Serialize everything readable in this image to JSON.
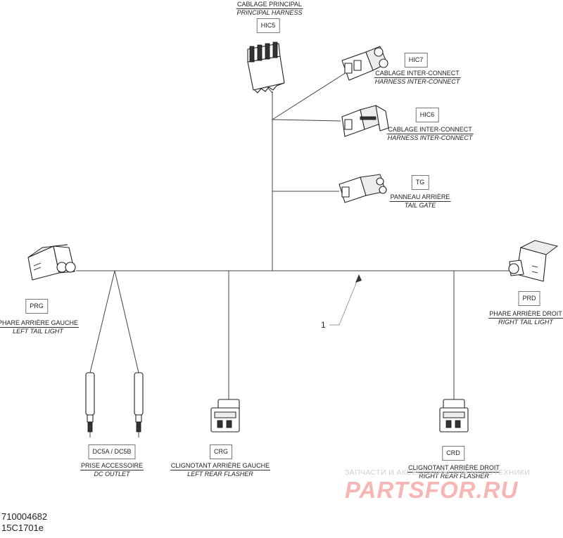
{
  "connectors": {
    "hic5": {
      "code": "HIC5",
      "fr": "CABLAGE PRINCIPAL",
      "en": "PRINCIPAL HARNESS"
    },
    "hic7": {
      "code": "HIC7",
      "fr": "CABLAGE INTER-CONNECT",
      "en": "HARNESS INTER-CONNECT"
    },
    "hic6": {
      "code": "HIC6",
      "fr": "CABLAGE INTER-CONNECT",
      "en": "HARNESS INTER-CONNECT"
    },
    "tg": {
      "code": "TG",
      "fr": "PANNEAU ARRIÈRE",
      "en": "TAIL GATE"
    },
    "prg": {
      "code": "PRG",
      "fr": "PHARE ARRIÈRE GAUCHE",
      "en": "LEFT TAIL LIGHT"
    },
    "prd": {
      "code": "PRD",
      "fr": "PHARE ARRIÈRE DROIT",
      "en": "RIGHT TAIL LIGHT"
    },
    "dc5": {
      "code": "DC5A / DC5B",
      "fr": "PRISE ACCESSOIRE",
      "en": "DC OUTLET"
    },
    "crg": {
      "code": "CRG",
      "fr": "CLIGNOTANT ARRIÈRE GAUCHE",
      "en": "LEFT REAR FLASHER"
    },
    "crd": {
      "code": "CRD",
      "fr": "CLIGNOTANT ARRIÈRE DROIT",
      "en": "RIGHT REAR FLASHER"
    }
  },
  "callout": "1",
  "doc_number": "710004682",
  "doc_code": "15C1701e",
  "watermark": {
    "text": "ЗАПЧАСТИ И АКСЕССУАРЫ ДЛЯ МОТОТЕХНИКИ",
    "logo": "PARTSFOR.RU"
  }
}
